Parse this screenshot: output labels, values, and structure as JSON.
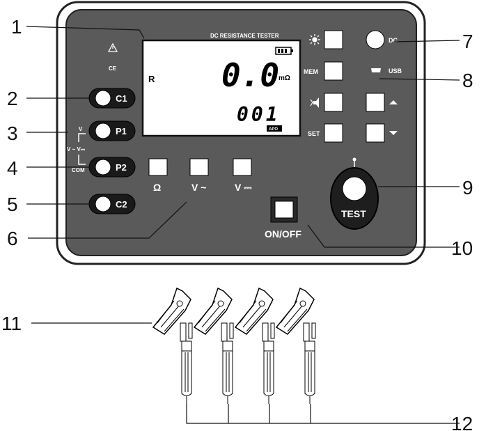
{
  "panel": {
    "title": "DC RESISTANCE TESTER",
    "ce_mark": "CE"
  },
  "lcd": {
    "mode": "R",
    "reading": "0.0",
    "unit": "mΩ",
    "counter": "001",
    "badge": "APO"
  },
  "terminals": {
    "c1": "C1",
    "p1": "P1",
    "p2": "P2",
    "c2": "C2",
    "p1_side_label": "V",
    "mid_label": "V ~ V⎓",
    "p2_side_label": "COM"
  },
  "function_keys": {
    "ohm": "Ω",
    "vac": "V ~",
    "vdc": "V ⎓"
  },
  "controls": {
    "mem": "MEM",
    "set": "SET",
    "dc": "DC",
    "usb": "USB",
    "on_off": "ON/OFF",
    "test": "TEST"
  },
  "callouts": [
    "1",
    "2",
    "3",
    "4",
    "5",
    "6",
    "7",
    "8",
    "9",
    "10",
    "11",
    "12"
  ],
  "colors": {
    "panel": "#5a5a5a",
    "outline": "#222222",
    "lcd": "#ffffff",
    "key": "#ffffff"
  },
  "icons": [
    "warning-icon",
    "backlight-icon",
    "speaker-icon",
    "arrow-up-icon",
    "arrow-down-icon",
    "usb-port-icon",
    "alligator-clip-icon"
  ]
}
